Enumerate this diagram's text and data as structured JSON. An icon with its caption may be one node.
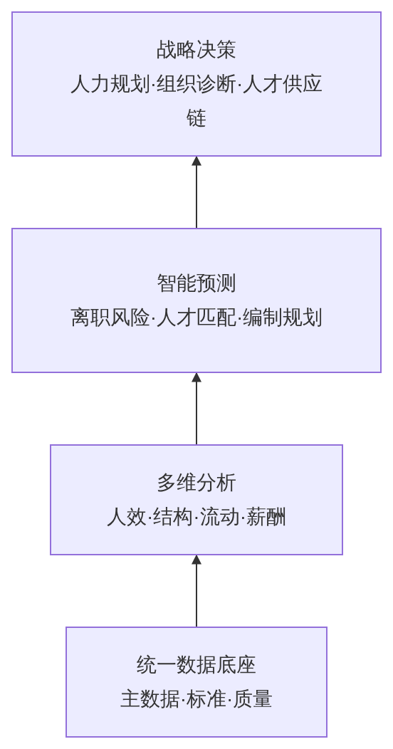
{
  "diagram": {
    "nodes": [
      {
        "text": [
          "战略决策",
          "人力规划·组织诊断·人才供应链"
        ]
      },
      {
        "text": [
          "智能预测",
          "离职风险·人才匹配·编制规划"
        ]
      },
      {
        "text": [
          "多维分析",
          "人效·结构·流动·薪酬"
        ]
      },
      {
        "text": [
          "统一数据底座",
          "主数据·标准·质量"
        ]
      }
    ],
    "edges": [
      {
        "from": 1,
        "to": 0,
        "arrow": "to"
      },
      {
        "from": 2,
        "to": 1,
        "arrow": "to"
      },
      {
        "from": 3,
        "to": 2,
        "arrow": "to"
      }
    ]
  }
}
